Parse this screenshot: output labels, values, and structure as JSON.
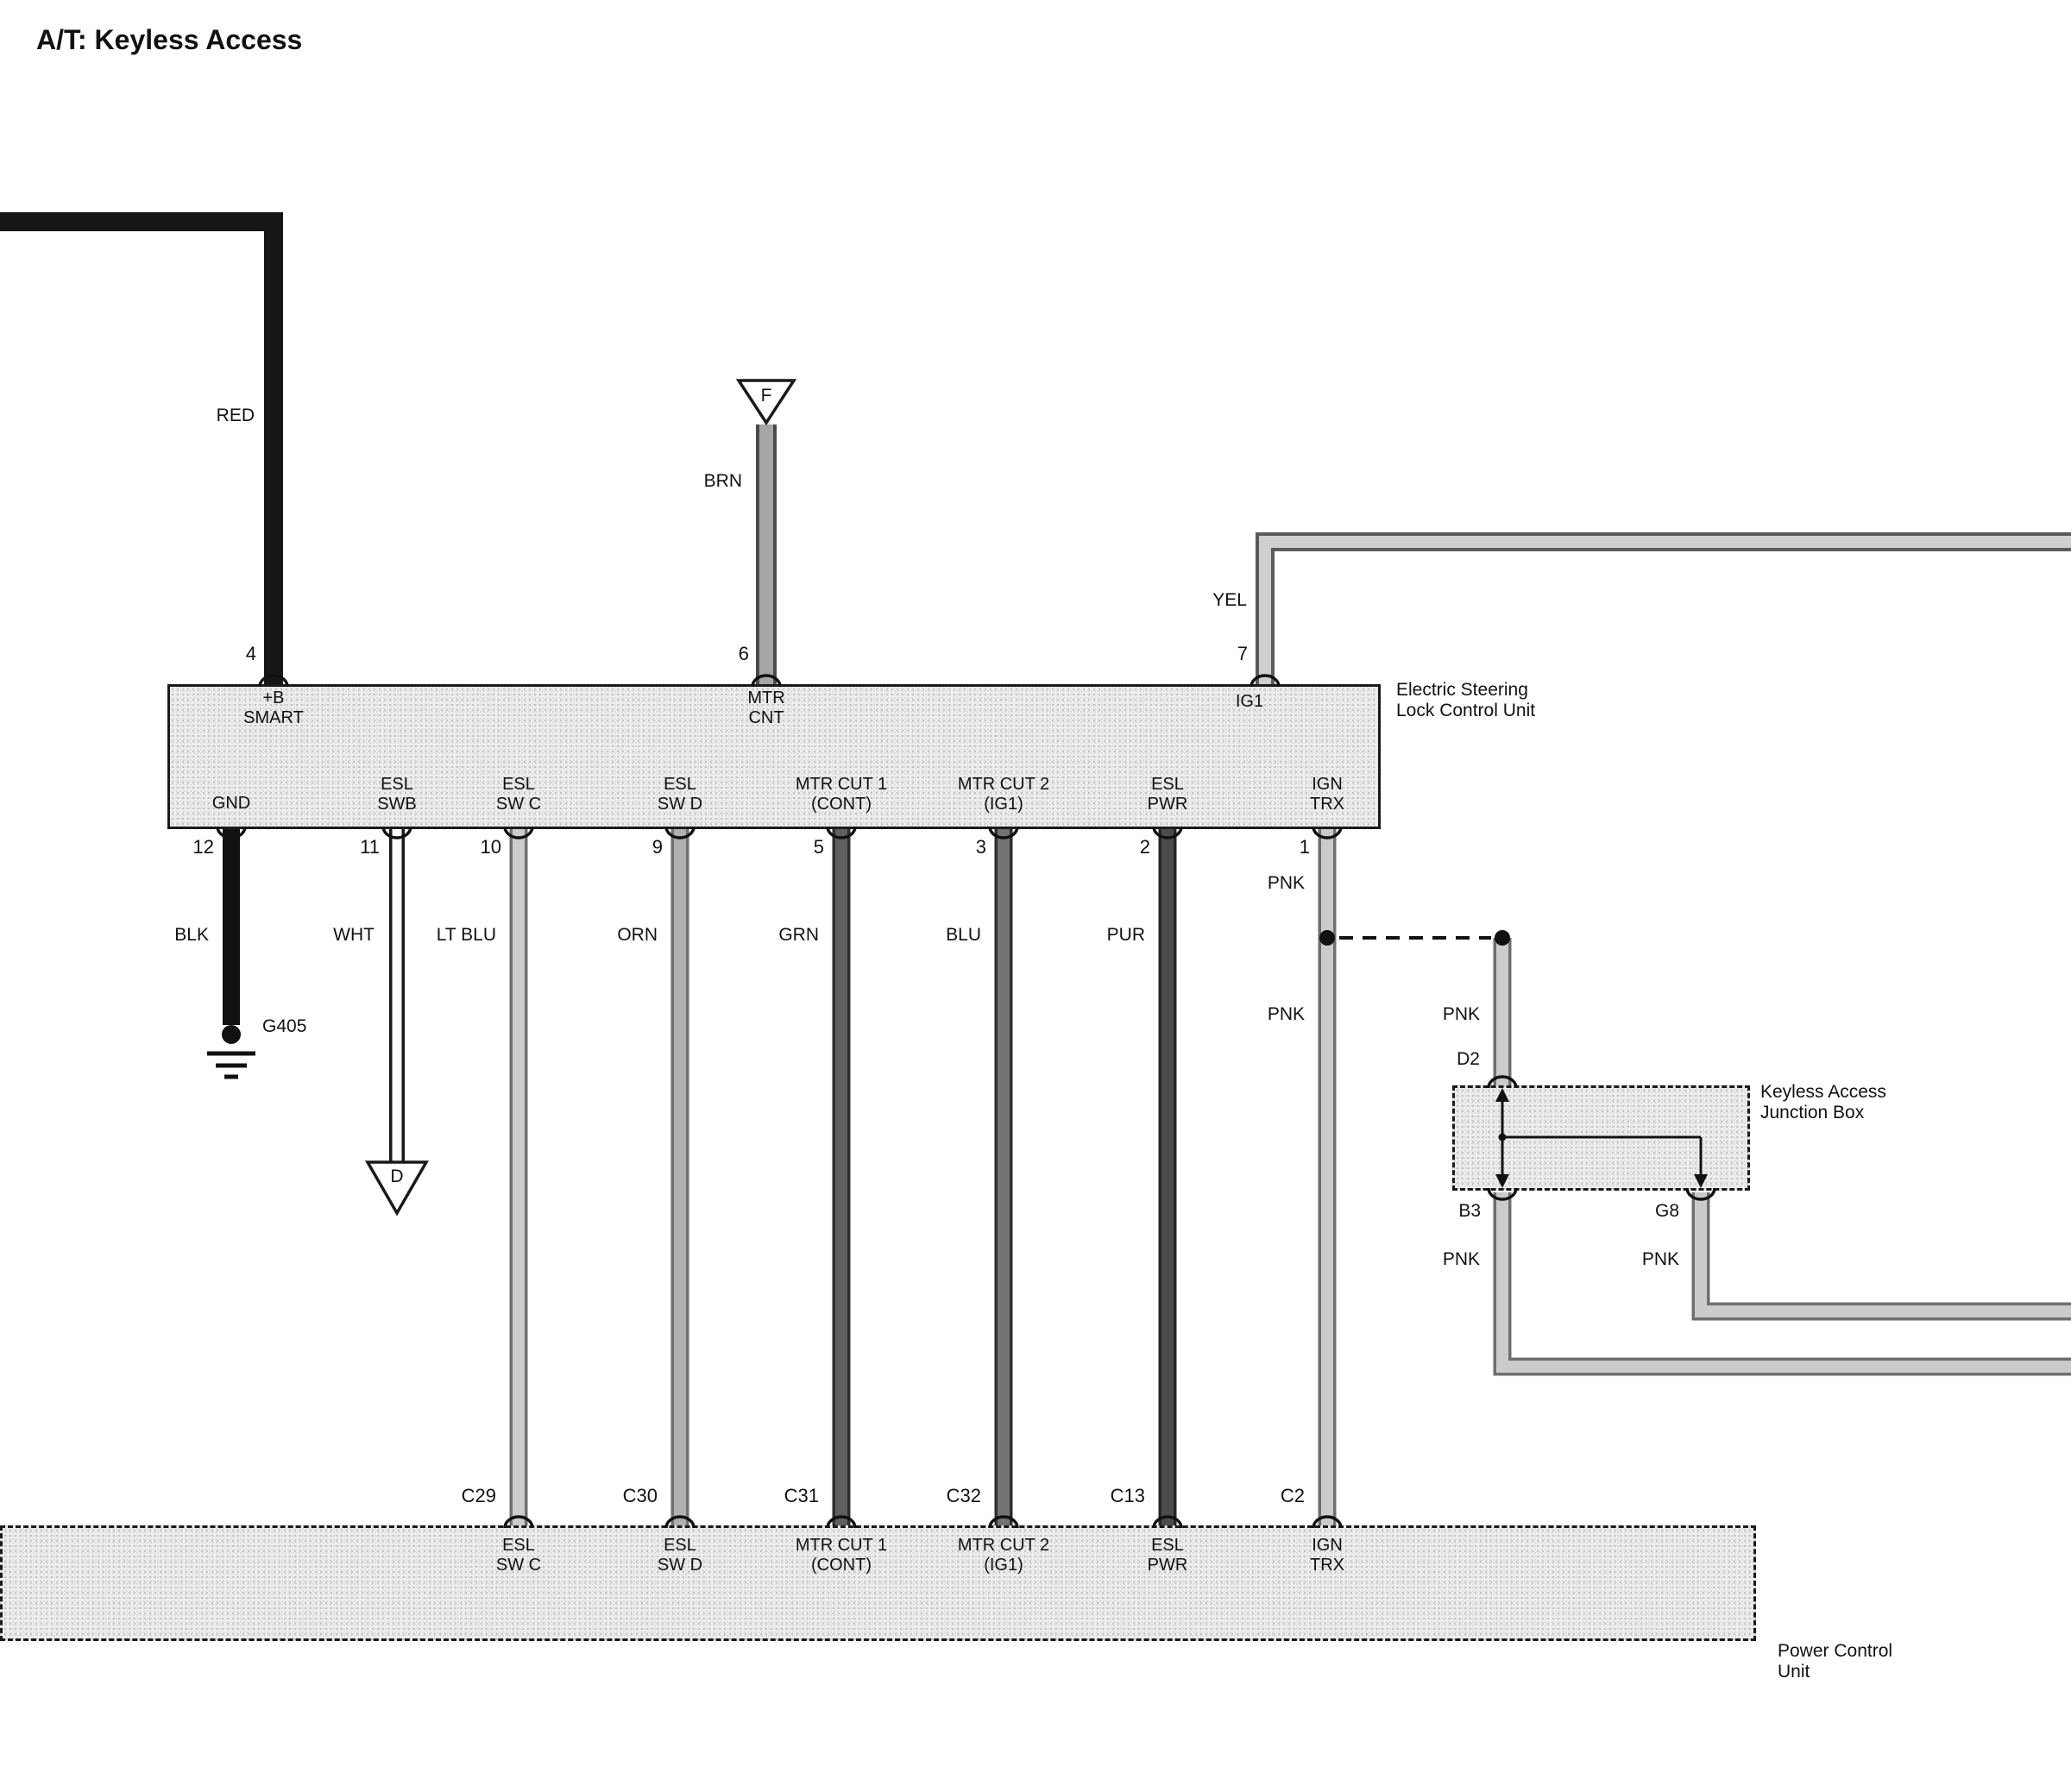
{
  "title": "A/T: Keyless Access",
  "esl_unit": {
    "name_line1": "Electric Steering",
    "name_line2": "Lock Control Unit",
    "top_pins": [
      {
        "number": "4",
        "line1": "+B",
        "line2": "SMART"
      },
      {
        "number": "6",
        "line1": "MTR",
        "line2": "CNT"
      },
      {
        "number": "7",
        "line1": "IG1",
        "line2": ""
      }
    ],
    "bottom_pins": [
      {
        "number": "12",
        "line1": "GND",
        "line2": ""
      },
      {
        "number": "11",
        "line1": "ESL",
        "line2": "SWB"
      },
      {
        "number": "10",
        "line1": "ESL",
        "line2": "SW C"
      },
      {
        "number": "9",
        "line1": "ESL",
        "line2": "SW D"
      },
      {
        "number": "5",
        "line1": "MTR CUT 1",
        "line2": "(CONT)"
      },
      {
        "number": "3",
        "line1": "MTR CUT 2",
        "line2": "(IG1)"
      },
      {
        "number": "2",
        "line1": "ESL",
        "line2": "PWR"
      },
      {
        "number": "1",
        "line1": "IGN",
        "line2": "TRX"
      }
    ]
  },
  "wire_labels": {
    "red": "RED",
    "brn": "BRN",
    "yel": "YEL",
    "blk": "BLK",
    "wht": "WHT",
    "lt_blu": "LT BLU",
    "orn": "ORN",
    "grn": "GRN",
    "blu": "BLU",
    "pur": "PUR",
    "pnk": "PNK"
  },
  "connectors": {
    "f": "F",
    "d": "D",
    "ground": "G405",
    "d2": "D2",
    "b3": "B3",
    "g8": "G8"
  },
  "junction_box": {
    "name_line1": "Keyless Access",
    "name_line2": "Junction Box"
  },
  "power_control_unit": {
    "name_line1": "Power Control",
    "name_line2": "Unit",
    "connectors": [
      {
        "id": "C29",
        "line1": "ESL",
        "line2": "SW C"
      },
      {
        "id": "C30",
        "line1": "ESL",
        "line2": "SW D"
      },
      {
        "id": "C31",
        "line1": "MTR CUT 1",
        "line2": "(CONT)"
      },
      {
        "id": "C32",
        "line1": "MTR CUT 2",
        "line2": "(IG1)"
      },
      {
        "id": "C13",
        "line1": "ESL",
        "line2": "PWR"
      },
      {
        "id": "C2",
        "line1": "IGN",
        "line2": "TRX"
      }
    ]
  }
}
